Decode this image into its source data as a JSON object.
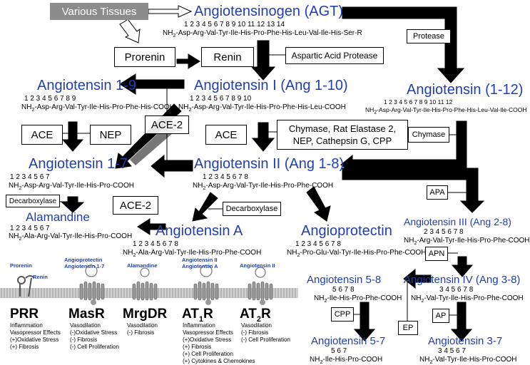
{
  "tissue_label": "Various Tissues",
  "agt": {
    "name": "Angiotensinogen (AGT)",
    "numbers": "1   2   3   4   5   6   7   8   9   10   11  12  13  14",
    "sequence": "NH2-Asp-Arg-Val-Tyr-Ile-His-Pro-Phe-His-Leu-Val-Ile-His-Ser-R"
  },
  "prorenin": "Prorenin",
  "renin": "Renin",
  "aspartic": "Aspartic Acid Protease",
  "protease": "Protease",
  "ang1_9": {
    "name": "Angiotensin 1-9",
    "numbers": "1    2    3   4    5   6    7    8    9",
    "sequence": "NH2-Asp-Arg-Val-Tyr-Ile-His-Pro-Phe-His-COOH"
  },
  "ang1_10": {
    "name": "Angiotensin I (Ang 1-10)",
    "numbers": "1    2    3    4   5    6   7    8    9   10",
    "sequence": "NH2-Asp-Arg-Val-Tyr-Ile-His-Pro-Phe-His-Leu-COOH"
  },
  "ang1_12": {
    "name": "Angiotensin (1-12)",
    "numbers": "1    2    3    4    5    6    7    8   9   10   11  12",
    "sequence": "NH2-Asp-Arg-Val-Tyr-Ile-His-Pro-Phe-His-Leu-Val-Ile-COOH"
  },
  "ace_left": "ACE",
  "nep": "NEP",
  "ace2_mid": "ACE-2",
  "ace_mid": "ACE",
  "chymase_group": [
    "Chymase, Rat Elastase 2,",
    "NEP, Cathepsin G, CPP"
  ],
  "chymase": "Chymase",
  "ang1_7": {
    "name": "Angiotensin 1-7",
    "numbers": "1    2    3    4    5    6   7",
    "sequence": "NH2-Asp-Arg-Val-Tyr-Ile-His-Pro-COOH"
  },
  "ang2": {
    "name": "Angiotensin II (Ang 1-8)",
    "numbers": "1     2    3    4     5    6    7   8",
    "sequence": "NH2-Asp-Arg-Val-Tyr-Ile-His-Pro-Phe-COOH"
  },
  "decarboxylase_left": "Decarboxylase",
  "decarboxylase_mid": "Decarboxylase",
  "ace2_low": "ACE-2",
  "apa": "APA",
  "alamandine": {
    "name": "Alamandine",
    "numbers": "1   2    3    4   5    6    7",
    "sequence": "NH2-Ala-Arg-Val-Tyr-Ile-His-Pro-COOH"
  },
  "angA": {
    "name": "Angiotensin A",
    "numbers": "1    2    3    4    5    6    7    8",
    "sequence": "NH2-Ala-Arg-Val-Tyr-Ile-His-Pro-Phe-COOH"
  },
  "angioprotectin": {
    "name": "Angioprotectin",
    "numbers": "1    2    3    4    5    6    7    8",
    "sequence": "NH2-Pro-Glu-Val-Tyr-Ile-His-Pro-Phe-COOH"
  },
  "ang3": {
    "name": "Angiotensin III (Ang 2-8)",
    "numbers": "2    3    4    5    6    7    8",
    "sequence": "NH2-Arg-Val-Tyr-Ile-His-Pro-Phe-COOH"
  },
  "apn": "APN",
  "ang4": {
    "name": "Angiotensin IV (Ang 3-8)",
    "numbers": "3    4    5    6    7    8",
    "sequence": "NH2-Val-Tyr-Ile-His-Pro-Phe-COOH"
  },
  "ang5_8": {
    "name": "Angiotensin 5-8",
    "numbers": "5    6    7    8",
    "sequence": "NH2-Ile-His-Pro-Phe-COOH"
  },
  "cpp": "CPP",
  "ep": "EP",
  "ap": "AP",
  "ang5_7": {
    "name": "Angiotensin 5-7",
    "numbers": "5    6    7",
    "sequence": "NH2-Ile-His-Pro-COOH"
  },
  "ang3_7": {
    "name": "Angiotensin 3-7",
    "numbers": "3    4    5    6    7",
    "sequence": "NH2-Val-Tyr-Ile-His-Pro-COOH"
  },
  "receptors": [
    {
      "ligand": [
        "Prorenin"
      ],
      "ligand2": "Renin",
      "name": "PRR",
      "effects": [
        "Inflammation",
        "Vasopressor Effects",
        "(+)Oxidative Stress",
        "(+) Fibrosis"
      ]
    },
    {
      "ligand": [
        "Angioprotectin",
        "Angiotensin 1-7"
      ],
      "name": "MasR",
      "effects": [
        "Vasodilation",
        "(-)Oxidative Stress",
        "(-) Fibrosis",
        "(-) Cell Proliferation"
      ]
    },
    {
      "ligand": [
        "Alamandine"
      ],
      "name": "MrgDR",
      "effects": [
        "Vasodilation",
        "(-) Fibrosis"
      ]
    },
    {
      "ligand": [
        "Angiotensin II",
        "Angiotensin A"
      ],
      "name": "AT",
      "sub": "1",
      "name_suffix": "R",
      "effects": [
        "Inflammation",
        "Vasopressor Effects",
        "(+)Oxidative Stress",
        "(+) Fibrosis",
        "(+) Cell Proliferation",
        "(+) Cytokines & Chemokines"
      ]
    },
    {
      "ligand": [
        "Angiotensin II"
      ],
      "name": "AT",
      "sub": "2",
      "name_suffix": "R",
      "effects": [
        "Vasodilation",
        "(-) Fibrosis",
        "(-) Cell Proliferation"
      ]
    }
  ],
  "colors": {
    "accent": "#1f3fb3",
    "arrow": "#000000",
    "membrane": "#bdbdbd"
  }
}
